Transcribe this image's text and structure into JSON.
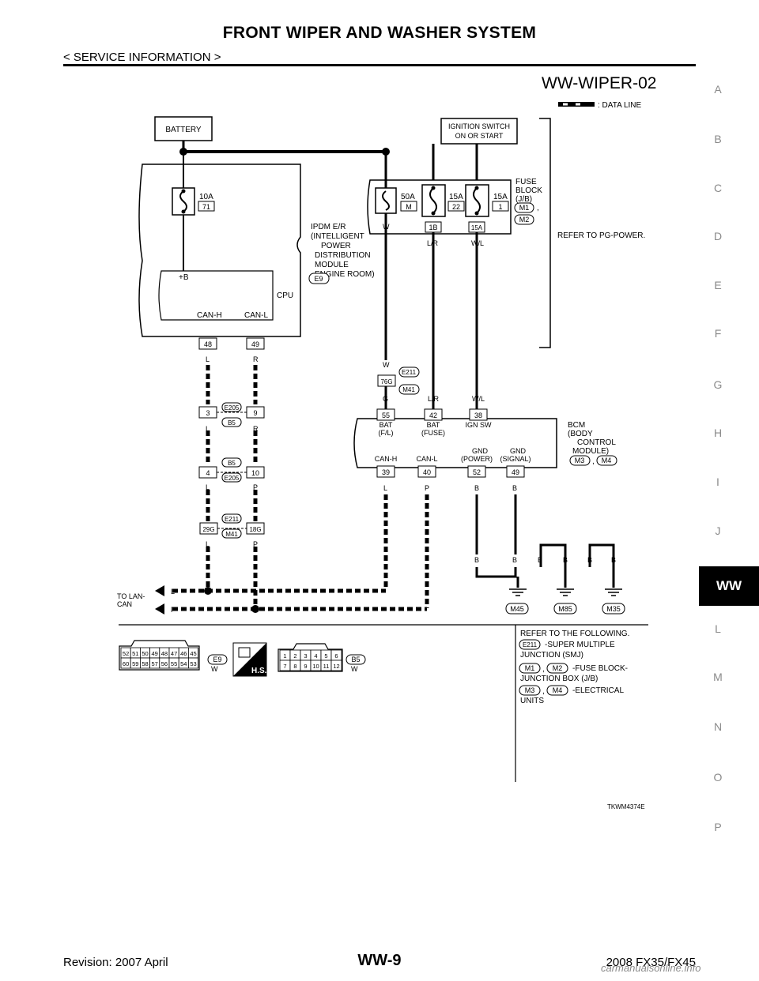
{
  "header": {
    "title": "FRONT WIPER AND WASHER SYSTEM",
    "subtitle": "< SERVICE INFORMATION >"
  },
  "side_tabs": [
    "A",
    "B",
    "C",
    "D",
    "E",
    "F",
    "G",
    "H",
    "I",
    "J",
    "WW",
    "L",
    "M",
    "N",
    "O",
    "P"
  ],
  "active_tab": "WW",
  "diagram": {
    "id": "WW-WIPER-02",
    "legend_data_line": ": DATA LINE",
    "battery": "BATTERY",
    "ignition": [
      "IGNITION SWITCH",
      "ON OR START"
    ],
    "ipdm_label": [
      "IPDM E/R",
      "(INTELLIGENT",
      "POWER",
      "DISTRIBUTION",
      "MODULE",
      "ENGINE ROOM)"
    ],
    "ipdm_conn": "E9",
    "cpu": "CPU",
    "plus_b": "+B",
    "can_h": "CAN-H",
    "can_l": "CAN-L",
    "fuse_10a": "10A",
    "fuse_71": "71",
    "fuse_50a": "50A",
    "fuse_m": "M",
    "fuse_15a_1": "15A",
    "fuse_22": "22",
    "fuse_15a_2": "15A",
    "fuse_1": "1",
    "fuse_block": [
      "FUSE",
      "BLOCK",
      "(J/B)"
    ],
    "fb_conn1": "M1",
    "fb_conn2": "M2",
    "term_1b": "1B",
    "term_15a": "15A",
    "refer_pg": "REFER TO PG-POWER.",
    "pin_48": "48",
    "pin_49": "49",
    "wire_w": "W",
    "wire_lr": "L/R",
    "wire_wl": "W/L",
    "wire_g": "G",
    "wire_l": "L",
    "wire_r": "R",
    "wire_p": "P",
    "wire_b": "B",
    "conn_e211": "E211",
    "conn_m41": "M41",
    "pin_76g": "76G",
    "conn_e205": "E205",
    "conn_b5": "B5",
    "pin_3": "3",
    "pin_9": "9",
    "pin_4": "4",
    "pin_10": "10",
    "pin_29g": "29G",
    "pin_18g": "18G",
    "bcm_pins": [
      "55",
      "42",
      "38",
      "39",
      "40",
      "52",
      "49"
    ],
    "bcm_bat_fl": [
      "BAT",
      "(F/L)"
    ],
    "bcm_bat_fuse": [
      "BAT",
      "(FUSE)"
    ],
    "bcm_ign": "IGN SW",
    "bcm_canh": "CAN-H",
    "bcm_canl": "CAN-L",
    "bcm_gnd_power": [
      "GND",
      "(POWER)"
    ],
    "bcm_gnd_signal": [
      "GND",
      "(SIGNAL)"
    ],
    "bcm_label": [
      "BCM",
      "(BODY",
      "CONTROL",
      "MODULE)"
    ],
    "bcm_conn1": "M3",
    "bcm_conn2": "M4",
    "to_lan": [
      "TO LAN-",
      "CAN"
    ],
    "ground_1": "M45",
    "ground_2": "M85",
    "ground_3": "M35",
    "conn_e9_top": [
      "52",
      "51",
      "50",
      "49",
      "48",
      "47",
      "46",
      "45"
    ],
    "conn_e9_bottom": [
      "60",
      "59",
      "58",
      "57",
      "56",
      "55",
      "54",
      "53"
    ],
    "conn_e9_label": "E9",
    "conn_e9_color": "W",
    "hs_label": "H.S.",
    "conn_b5_top": [
      "1",
      "2",
      "3",
      "4",
      "5",
      "6"
    ],
    "conn_b5_bottom": [
      "7",
      "8",
      "9",
      "10",
      "11",
      "12"
    ],
    "conn_b5_label": "B5",
    "conn_b5_color": "W",
    "refer_title": "REFER TO THE FOLLOWING.",
    "ref1_conn": "E211",
    "ref1_text": [
      "-SUPER MULTIPLE",
      "JUNCTION (SMJ)"
    ],
    "ref2_conn1": "M1",
    "ref2_conn2": "M2",
    "ref2_text": [
      "-FUSE BLOCK-",
      "JUNCTION BOX (J/B)"
    ],
    "ref3_conn1": "M3",
    "ref3_conn2": "M4",
    "ref3_text": [
      "-ELECTRICAL",
      "UNITS"
    ],
    "figure_code": "TKWM4374E"
  },
  "footer": {
    "revision": "Revision: 2007 April",
    "page": "WW-9",
    "model": "2008 FX35/FX45",
    "watermark": "carmanualsonline.info"
  }
}
